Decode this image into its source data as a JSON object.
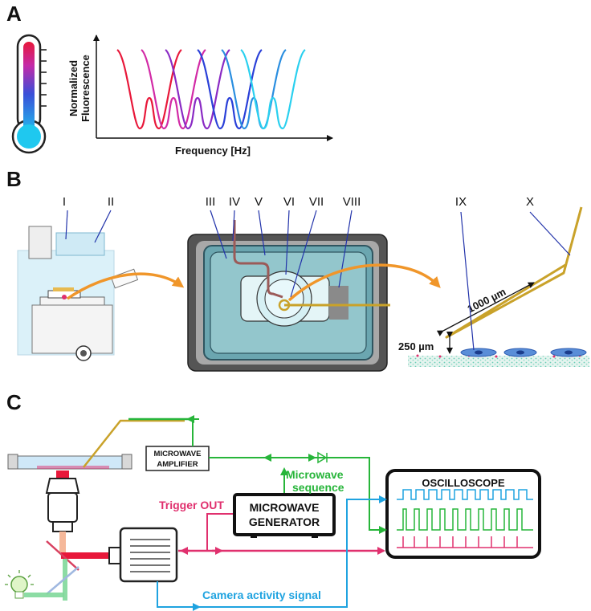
{
  "panels": {
    "a": "A",
    "b": "B",
    "c": "C"
  },
  "panel_a": {
    "ylabel_line1": "Normalized",
    "ylabel_line2": "Fluorescence",
    "xlabel": "Frequency [Hz]"
  },
  "panel_b": {
    "labels": {
      "I": "I",
      "II": "II",
      "III": "III",
      "IV": "IV",
      "V": "V",
      "VI": "VI",
      "VII": "VII",
      "VIII": "VIII",
      "IX": "IX",
      "X": "X"
    },
    "dim_length": "1000 µm",
    "dim_height": "250 µm"
  },
  "panel_c": {
    "amplifier_line1": "MICROWAVE",
    "amplifier_line2": "AMPLIFIER",
    "generator_line1": "MICROWAVE",
    "generator_line2": "GENERATOR",
    "oscilloscope": "OSCILLOSCOPE",
    "microwave_sequence_line1": "Microwave",
    "microwave_sequence_line2": "sequence",
    "trigger_out": "Trigger OUT",
    "camera_activity": "Camera activity signal"
  },
  "colors": {
    "green": "#27b53a",
    "magenta": "#e0306e",
    "blue": "#1fa3e0",
    "orange": "#f0962a",
    "gold": "#c9a22a"
  }
}
